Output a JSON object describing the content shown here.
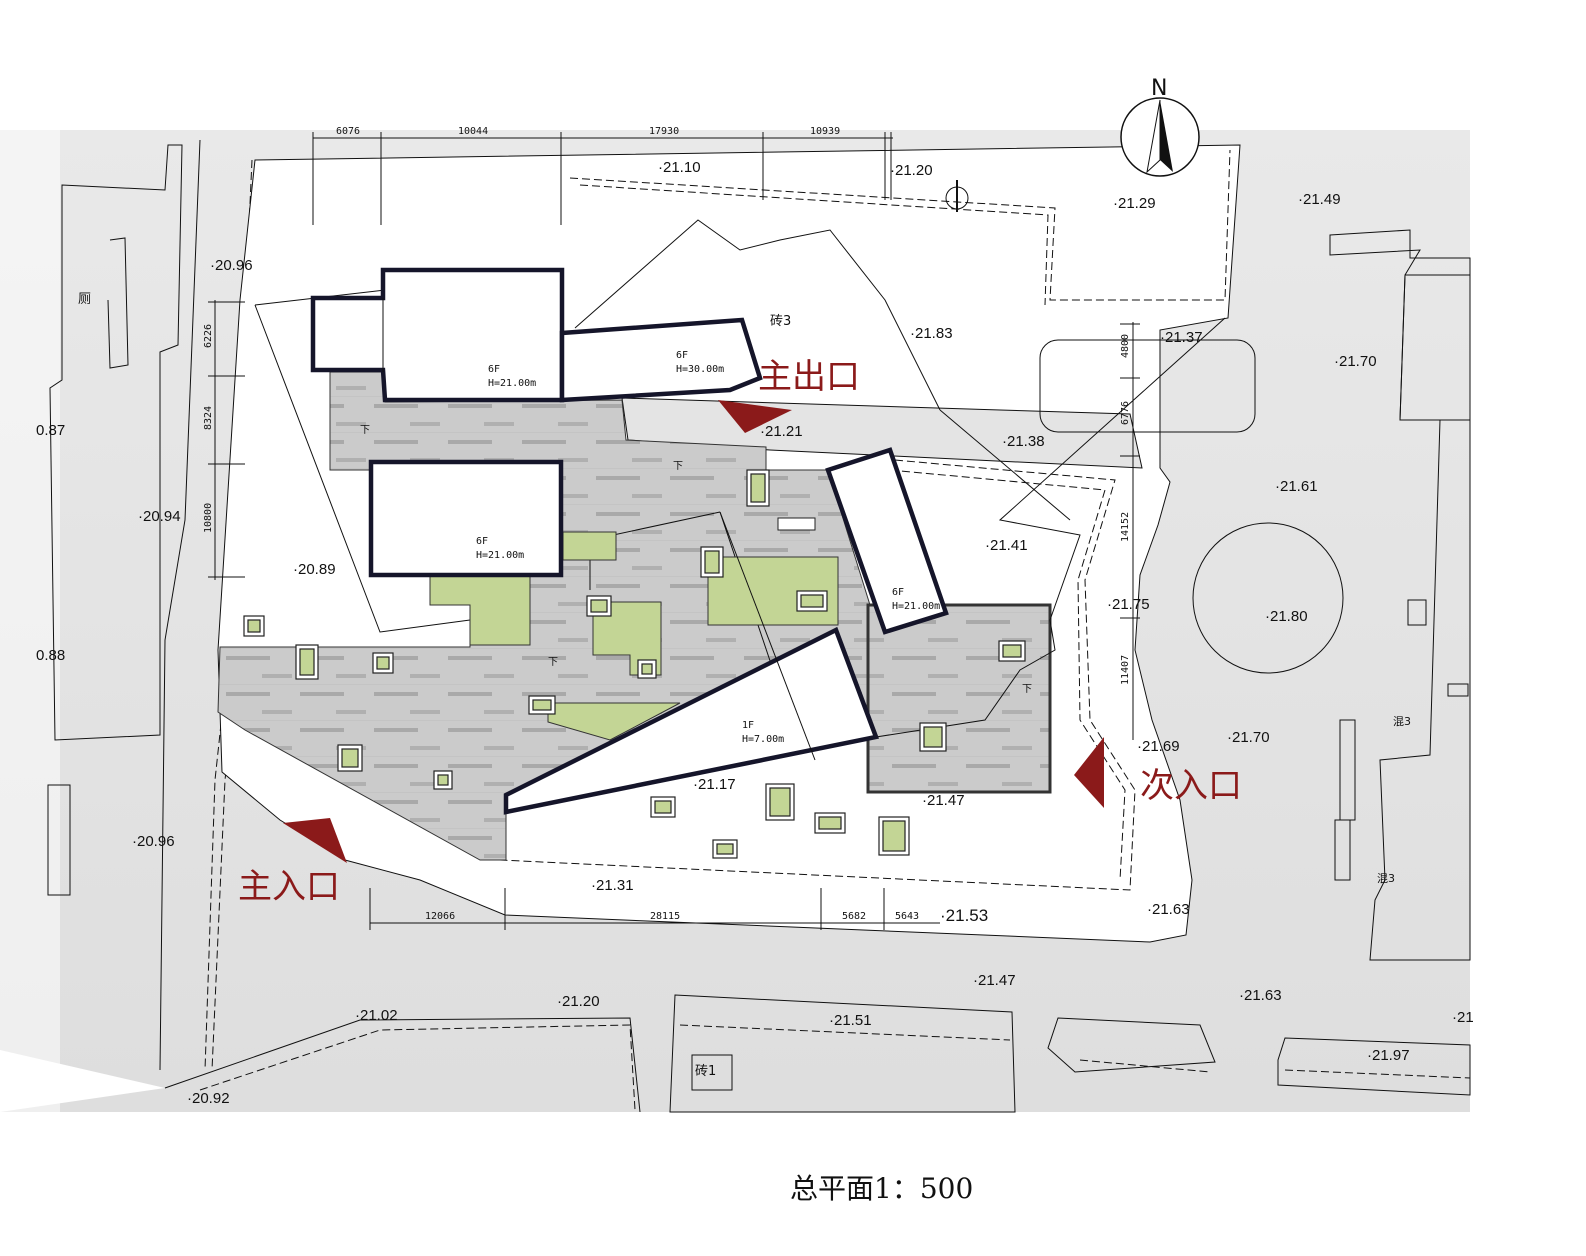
{
  "title": "总平面1：500",
  "north": "N",
  "colors": {
    "accent_red": "#8b1a1a",
    "paving": "#c9c9c9",
    "lawn": "#c3d595",
    "road": "#e4e4e4"
  },
  "entrances": {
    "main_exit": "主出口",
    "main_entrance": "主入口",
    "secondary_entrance": "次入口"
  },
  "buildings": [
    {
      "floors": "6F",
      "height": "H=21.00m"
    },
    {
      "floors": "6F",
      "height": "H=30.00m"
    },
    {
      "floors": "6F",
      "height": "H=21.00m"
    },
    {
      "floors": "6F",
      "height": "H=21.00m"
    },
    {
      "floors": "1F",
      "height": "H=7.00m"
    }
  ],
  "dimensions": {
    "top": [
      "6076",
      "10044",
      "17930",
      "10939"
    ],
    "bottom": [
      "12066",
      "28115",
      "5682",
      "5643"
    ],
    "right": [
      "4800",
      "6776",
      "14152",
      "11407"
    ],
    "left": [
      "6226",
      "8324",
      "10800"
    ]
  },
  "elevations": [
    "21.10",
    "21.20",
    "21.29",
    "21.49",
    "20.96",
    "21.83",
    "21.37",
    "21.70",
    "0.87",
    "21.21",
    "21.38",
    "21.61",
    "20.94",
    "21.41",
    "20.89",
    "21.75",
    "21.80",
    "0.88",
    "21.69",
    "21.70",
    "21.17",
    "21.47",
    "20.96",
    "21.31",
    "21.63",
    "21.53",
    "21.47",
    "21.63",
    "21.20",
    "21.02",
    "21.51",
    "21",
    "21.97",
    "20.92"
  ],
  "structure_labels": [
    "砖3",
    "厕",
    "砖1",
    "混3",
    "混3"
  ],
  "stair_labels": [
    "下",
    "下",
    "下",
    "下"
  ]
}
